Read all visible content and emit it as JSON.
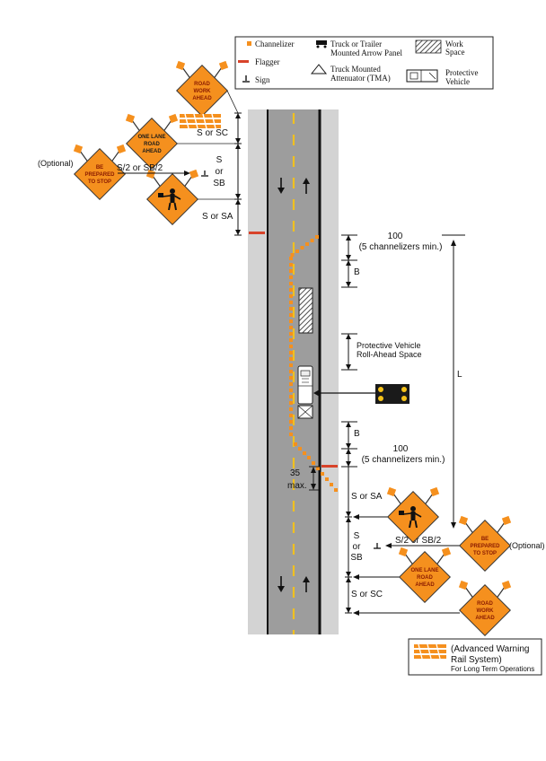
{
  "colors": {
    "orange": "#f5901e",
    "flagger_red": "#d8432a",
    "road_gray": "#9d9d9d",
    "shoulder_gray": "#d3d3d3",
    "center_line": "#f0c020",
    "edge_line": "#111111"
  },
  "legend": {
    "channelizer": "Channelizer",
    "flagger": "Flagger",
    "sign": "Sign",
    "arrow_panel_line1": "Truck or Trailer",
    "arrow_panel_line2": "Mounted Arrow Panel",
    "tma_line1": "Truck Mounted",
    "tma_line2": "Attenuator (TMA)",
    "work_space_line1": "Work",
    "work_space_line2": "Space",
    "protective_line1": "Protective",
    "protective_line2": "Vehicle"
  },
  "signs": {
    "road_work_ahead": [
      "ROAD",
      "WORK",
      "AHEAD"
    ],
    "one_lane_road_ahead": [
      "ONE LANE",
      "ROAD",
      "AHEAD"
    ],
    "be_prepared_to_stop": [
      "BE",
      "PREPARED",
      "TO STOP"
    ]
  },
  "top": {
    "optional": "(Optional)",
    "s_or_sc": "S or SC",
    "s2_or_sb2": "S/2 or SB/2",
    "s": "S",
    "or": "or",
    "sb": "SB",
    "s_or_sa": "S or SA"
  },
  "right": {
    "d100_top": "100",
    "ch_min_top": "(5 channelizers min.)",
    "b_top": "B",
    "rollahead_line1": "Protective Vehicle",
    "rollahead_line2": "Roll-Ahead Space",
    "l": "L",
    "b_bottom": "B",
    "d100_bottom": "100",
    "ch_min_bottom": "(5 channelizers min.)"
  },
  "taper": {
    "d35": "35",
    "max": "max."
  },
  "bottom": {
    "s_or_sa": "S or SA",
    "s": "S",
    "or": "or",
    "sb": "SB",
    "s2_or_sb2": "S/2 or SB/2",
    "optional": "(Optional)",
    "s_or_sc": "S or SC"
  },
  "awr": {
    "line1": "(Advanced Warning",
    "line2": "Rail System)",
    "line3": "For Long Term Operations"
  }
}
